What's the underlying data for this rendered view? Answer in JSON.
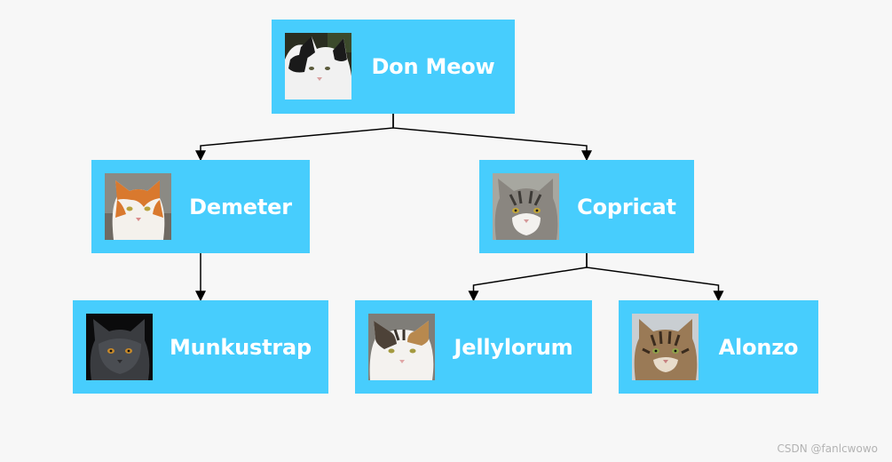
{
  "diagram": {
    "type": "tree",
    "colors": {
      "node_fill": "#47cdfd",
      "node_text": "#ffffff",
      "connector": "#000000",
      "background": "#f7f7f7"
    },
    "nodes": [
      {
        "id": "don-meow",
        "label": "Don Meow",
        "photo": "black-white-cat-photo"
      },
      {
        "id": "demeter",
        "label": "Demeter",
        "photo": "orange-white-cat-photo"
      },
      {
        "id": "copricat",
        "label": "Copricat",
        "photo": "gray-tabby-cat-photo"
      },
      {
        "id": "munkustrap",
        "label": "Munkustrap",
        "photo": "black-cat-photo"
      },
      {
        "id": "jellylorum",
        "label": "Jellylorum",
        "photo": "calico-cat-photo"
      },
      {
        "id": "alonzo",
        "label": "Alonzo",
        "photo": "brown-tabby-cat-photo"
      }
    ],
    "edges": [
      {
        "from": "don-meow",
        "to": "demeter"
      },
      {
        "from": "don-meow",
        "to": "copricat"
      },
      {
        "from": "demeter",
        "to": "munkustrap"
      },
      {
        "from": "copricat",
        "to": "jellylorum"
      },
      {
        "from": "copricat",
        "to": "alonzo"
      }
    ]
  },
  "watermark": "CSDN @fanlcwowo"
}
